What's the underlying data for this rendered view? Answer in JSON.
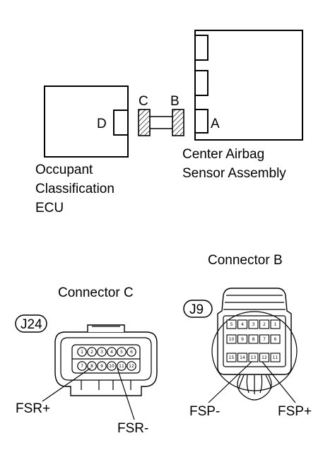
{
  "top": {
    "ecu_lines": [
      "Occupant",
      "Classification",
      "ECU"
    ],
    "airbag_lines": [
      "Center Airbag",
      "Sensor Assembly"
    ],
    "letter_a": "A",
    "letter_b": "B",
    "letter_c": "C",
    "letter_d": "D"
  },
  "connector_c": {
    "title": "Connector C",
    "tag": "J24",
    "pins_top": [
      "1",
      "2",
      "3",
      "4",
      "5",
      "6"
    ],
    "pins_bottom": [
      "7",
      "8",
      "9",
      "10",
      "11",
      "12"
    ],
    "label_left": "FSR+",
    "label_right": "FSR-"
  },
  "connector_b": {
    "title": "Connector B",
    "tag": "J9",
    "pins_row1": [
      "5",
      "4",
      "3",
      "2",
      "1"
    ],
    "pins_row2": [
      "10",
      "9",
      "8",
      "7",
      "6"
    ],
    "pins_row3": [
      "15",
      "14",
      "13",
      "12",
      "11"
    ],
    "label_left": "FSP-",
    "label_right": "FSP+"
  }
}
